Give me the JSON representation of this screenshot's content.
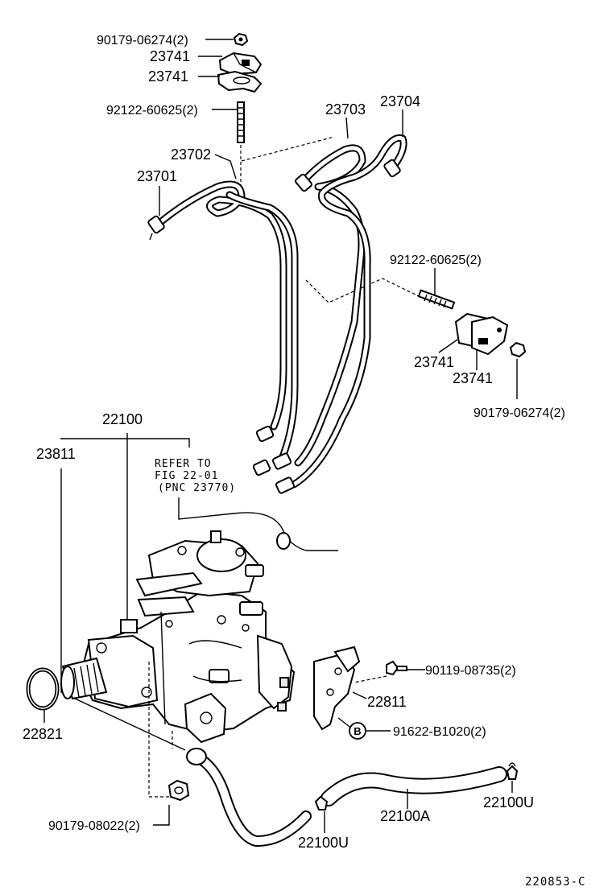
{
  "labels": {
    "nut_top": "90179-06274(2)",
    "clamp_top_1": "23741",
    "clamp_top_2": "23741",
    "stud_top": "92122-60625(2)",
    "pipe_23701": "23701",
    "pipe_23702": "23702",
    "pipe_23703": "23703",
    "pipe_23704": "23704",
    "stud_right": "92122-60625(2)",
    "clamp_right_1": "23741",
    "clamp_right_2": "23741",
    "nut_right": "90179-06274(2)",
    "pump_assy": "22100",
    "group_23811": "23811",
    "refer_line1": "REFER TO",
    "refer_line2": "FIG  22-01",
    "refer_line3": "(PNC 23770)",
    "bolt_right": "90119-08735(2)",
    "bracket": "22811",
    "bolt_b": "91622-B1020(2)",
    "bolt_b_mark": "B",
    "oring": "22821",
    "nut_bottom": "90179-08022(2)",
    "hose_22100a": "22100A",
    "clip_right": "22100U",
    "clip_bottom": "22100U",
    "fig_code": "220853-C"
  }
}
